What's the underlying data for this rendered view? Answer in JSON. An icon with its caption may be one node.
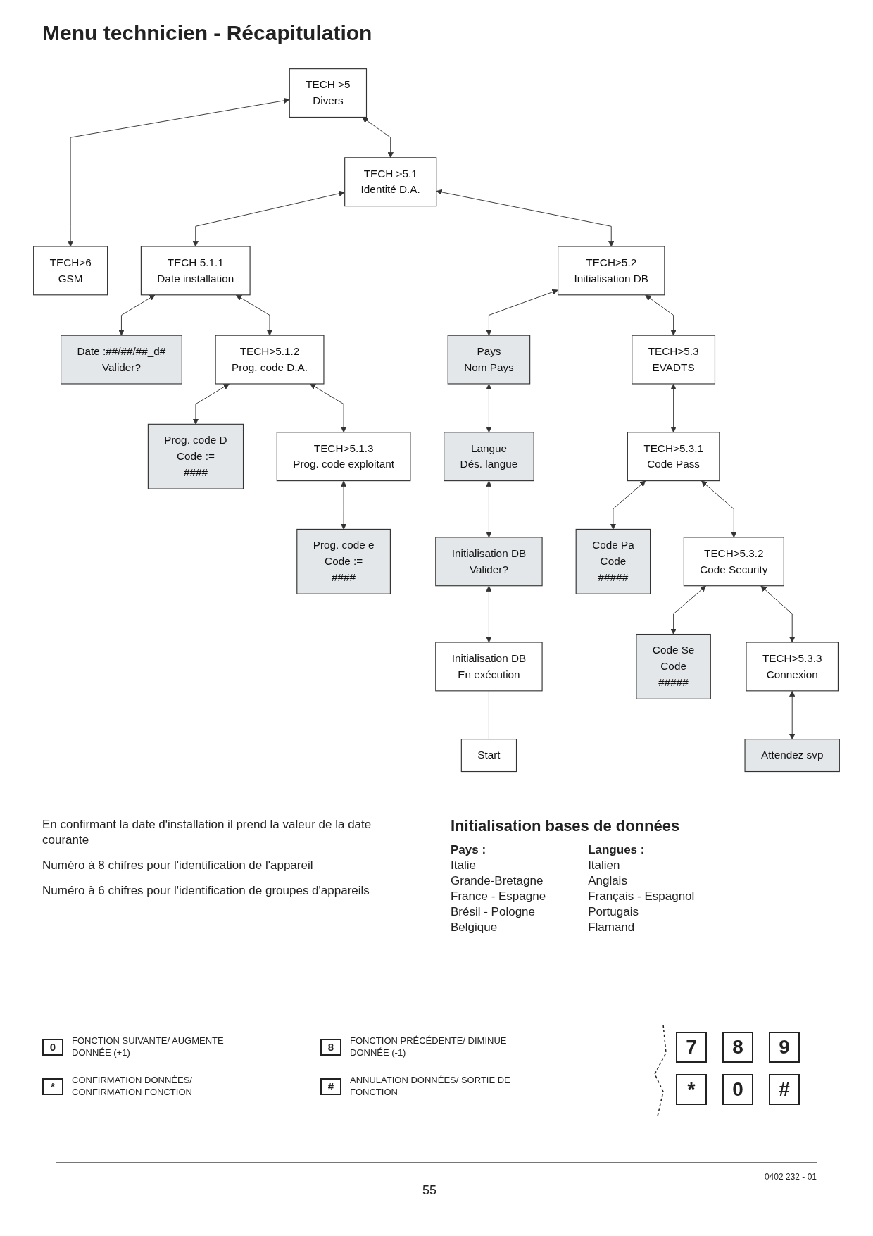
{
  "diagram": {
    "title": "Menu technicien - Récapitulation",
    "nodes": [
      {
        "text": [
          "TECH >5",
          "Divers"
        ]
      },
      {
        "text": [
          "TECH >5.1",
          "Identité D.A."
        ]
      },
      {
        "text": [
          "TECH 5.1.1",
          "Date installation"
        ]
      },
      {
        "text": [
          "Date :##/##/##_d#",
          "Valider?"
        ]
      },
      {
        "text": [
          "TECH>5.1.2",
          "Prog. code D.A."
        ]
      },
      {
        "text": [
          "Prog. code D",
          "Code :=",
          "####"
        ]
      },
      {
        "text": [
          "TECH>5.1.3",
          "Prog. code exploitant"
        ]
      },
      {
        "text": [
          "Prog. code e",
          "Code :=",
          "####"
        ]
      },
      {
        "text": [
          "TECH>5.2",
          "Initialisation DB"
        ]
      },
      {
        "text": [
          "Pays",
          "Nom Pays"
        ]
      },
      {
        "text": [
          "Langue",
          "Dés. langue"
        ]
      },
      {
        "text": [
          "Initialisation DB",
          "Valider?"
        ]
      },
      {
        "text": [
          "Initialisation DB",
          "En exécution"
        ]
      },
      {
        "text": [
          "Start"
        ]
      },
      {
        "text": [
          "TECH>5.3",
          "EVADTS"
        ]
      },
      {
        "text": [
          "TECH>5.3.1",
          "Code Pass"
        ]
      },
      {
        "text": [
          "Code Pa",
          "Code",
          "#####"
        ]
      },
      {
        "text": [
          "TECH>5.3.2",
          "Code Security"
        ]
      },
      {
        "text": [
          "Code Se",
          "Code",
          "#####"
        ]
      },
      {
        "text": [
          "TECH>5.3.3",
          "Connexion"
        ]
      },
      {
        "text": [
          "Attendez svp"
        ]
      },
      {
        "text": [
          "TECH>6",
          "GSM"
        ]
      }
    ],
    "edges": [
      {
        "from": 0,
        "to": 1,
        "arrow": "both"
      },
      {
        "from": 0,
        "to": 21,
        "arrow": "both"
      },
      {
        "from": 1,
        "to": 2,
        "arrow": "both"
      },
      {
        "from": 1,
        "to": 8,
        "arrow": "both"
      },
      {
        "from": 2,
        "to": 3,
        "arrow": "both"
      },
      {
        "from": 2,
        "to": 4,
        "arrow": "both"
      },
      {
        "from": 4,
        "to": 5,
        "arrow": "both"
      },
      {
        "from": 4,
        "to": 6,
        "arrow": "both"
      },
      {
        "from": 6,
        "to": 7,
        "arrow": "both"
      },
      {
        "from": 8,
        "to": 9,
        "arrow": "both"
      },
      {
        "from": 8,
        "to": 14,
        "arrow": "both"
      },
      {
        "from": 9,
        "to": 10,
        "arrow": "both"
      },
      {
        "from": 10,
        "to": 11,
        "arrow": "both"
      },
      {
        "from": 11,
        "to": 12,
        "arrow": "both"
      },
      {
        "from": 12,
        "to": 13,
        "arrow": "none"
      },
      {
        "from": 14,
        "to": 15,
        "arrow": "both"
      },
      {
        "from": 15,
        "to": 16,
        "arrow": "both"
      },
      {
        "from": 15,
        "to": 17,
        "arrow": "both"
      },
      {
        "from": 17,
        "to": 18,
        "arrow": "both"
      },
      {
        "from": 17,
        "to": 19,
        "arrow": "both"
      },
      {
        "from": 19,
        "to": 20,
        "arrow": "both"
      }
    ],
    "labels": [
      "En confirmant la date d'installation il prend la valeur de la date courante",
      "Numéro à 8 chifres pour l'identification de l'appareil",
      "Numéro à 6 chifres pour l'identification de groupes d'appareils",
      "Pays :",
      "Italie",
      "Grande-Bretagne",
      "France - Espagne",
      "Brésil - Pologne",
      "Belgique",
      "Langues :",
      "Italien",
      "Anglais",
      "Français - Espagnol",
      "Portugais",
      "Flamand",
      "Initialisation bases de données",
      "0",
      "8",
      "*",
      "#",
      "7",
      "8",
      "9",
      "*",
      "0",
      "#",
      "55",
      "0402 232 - 01"
    ],
    "legend": [
      {
        "text": "FONCTION SUIVANTE/ AUGMENTE DONNÉE (+1)"
      },
      {
        "text": "FONCTION PRÉCÉDENTE/ DIMINUE DONNÉE (-1)"
      },
      {
        "text": "CONFIRMATION DONNÉES/ CONFIRMATION FONCTION"
      },
      {
        "text": "ANNULATION DONNÉES/ SORTIE DE FONCTION"
      }
    ]
  }
}
